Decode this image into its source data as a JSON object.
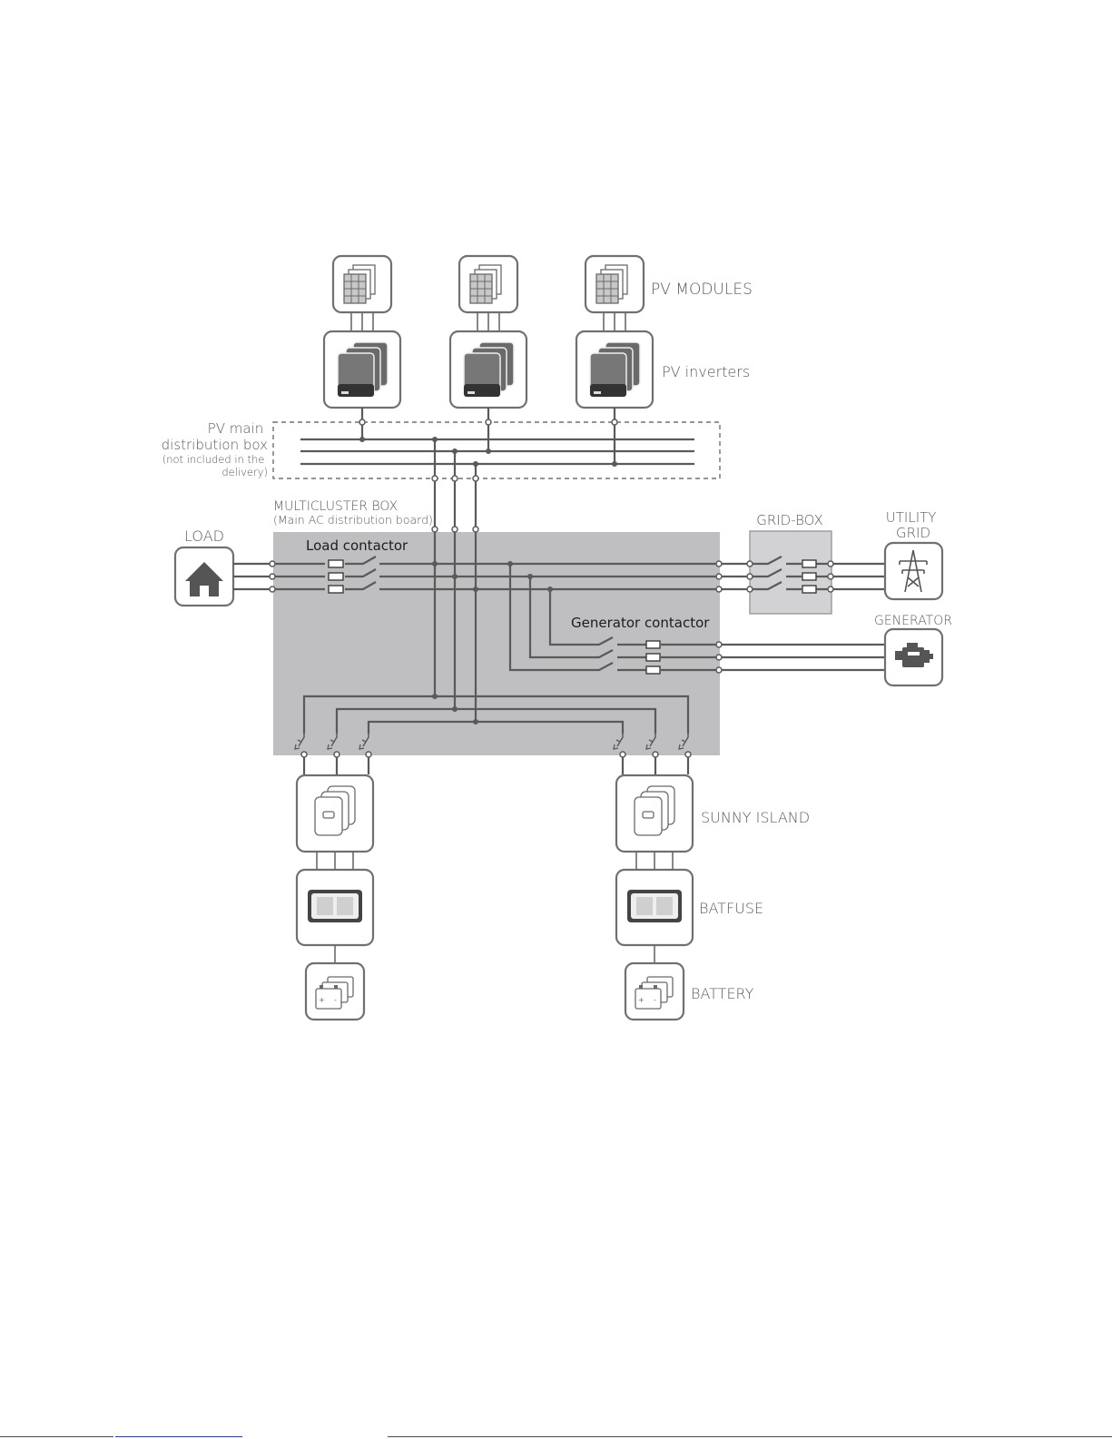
{
  "labels": {
    "pv_modules": "PV MODULES",
    "pv_inverters": "PV inverters",
    "pv_main_distribution_box": [
      "PV main",
      "distribution box"
    ],
    "pv_main_note": [
      "(not included in the",
      "delivery)"
    ],
    "multicluster_box": "MULTICLUSTER BOX",
    "multicluster_note": "(Main AC distribution board)",
    "load": "LOAD",
    "load_contactor": "Load contactor",
    "grid_box": "GRID-BOX",
    "utility_grid": [
      "UTILITY",
      "GRID"
    ],
    "generator": "GENERATOR",
    "generator_contactor": "Generator contactor",
    "sunny_island": "SUNNY ISLAND",
    "batfuse": "BATFUSE",
    "battery": "BATTERY"
  },
  "icons": {
    "pv_module": "solar-panel-icon",
    "pv_inverter": "inverter-icon",
    "load": "house-icon",
    "utility_grid": "power-pylon-icon",
    "generator": "engine-icon",
    "sunny_island": "battery-inverter-icon",
    "batfuse": "fuse-box-icon",
    "battery": "battery-icon"
  },
  "colors": {
    "box_fill": "#bfbfc2",
    "grid_box_fill": "#d2d2d4",
    "wire": "#5a5a5a",
    "label": "#595959"
  }
}
